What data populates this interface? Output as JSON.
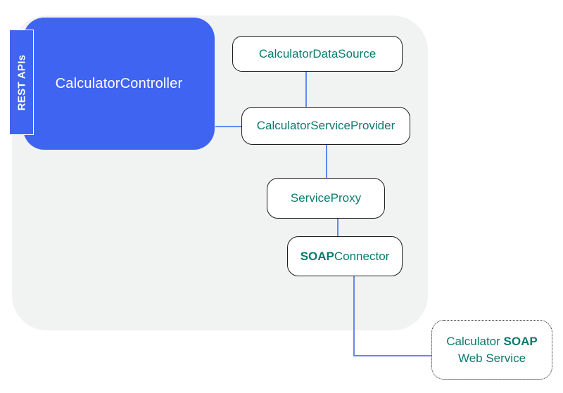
{
  "nodes": {
    "rest_apis": {
      "label": "REST APIs"
    },
    "controller": {
      "label": "CalculatorController"
    },
    "data_source": {
      "label": "CalculatorDataSource"
    },
    "service_provider": {
      "label": "CalculatorServiceProvider"
    },
    "service_proxy": {
      "label": "ServiceProxy"
    },
    "soap_connector": {
      "label_bold": "SOAP",
      "label_rest": "Connector"
    },
    "web_service": {
      "line1_regular": "Calculator",
      "line1_bold": "SOAP",
      "line2": "Web Service"
    }
  },
  "colors": {
    "primary_blue": "#3F64F1",
    "connector_blue": "#6387F2",
    "teal_text": "#0B7A6D",
    "boundary_gray": "#F1F2F2",
    "node_border": "#1D1D1D",
    "node_background": "#FFFFFF"
  }
}
